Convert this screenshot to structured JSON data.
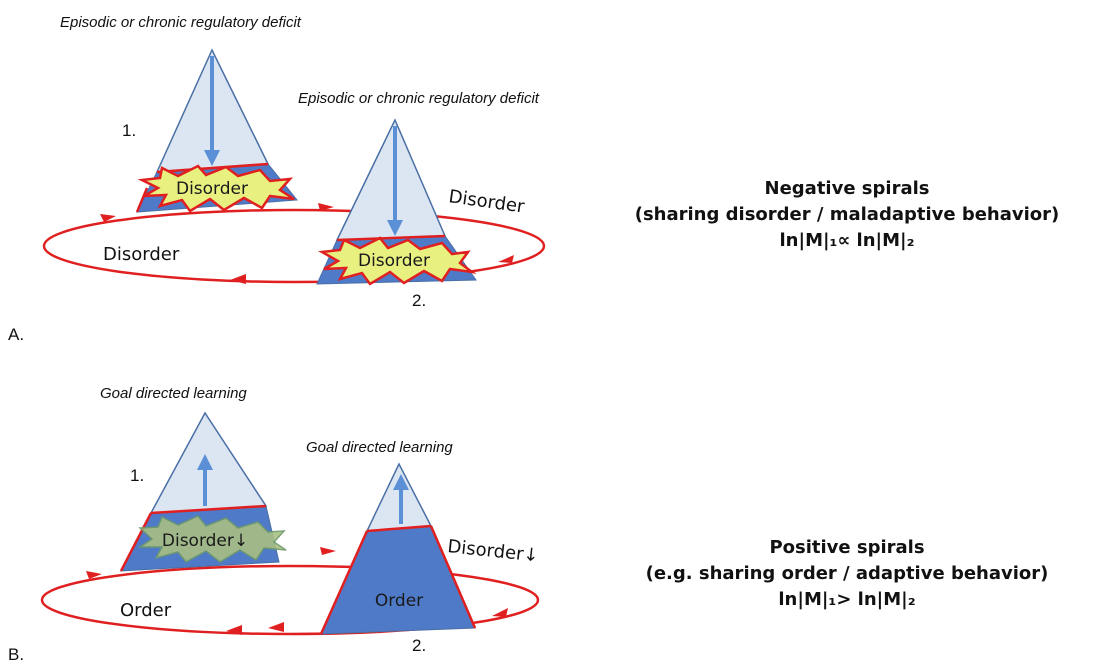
{
  "panel_a": {
    "label": "A.",
    "peak1": {
      "number": "1.",
      "caption": "Episodic or chronic regulatory deficit",
      "inner_label": "Disorder"
    },
    "peak2": {
      "number": "2.",
      "caption": "Episodic or chronic regulatory deficit",
      "inner_label": "Disorder"
    },
    "loop_left_label": "Disorder",
    "loop_right_label": "Disorder",
    "title": "Negative spirals",
    "subtitle": "(sharing disorder / maladaptive behavior)",
    "formula": "ln|M|₁∝ ln|M|₂"
  },
  "panel_b": {
    "label": "B.",
    "peak1": {
      "number": "1.",
      "caption": "Goal directed learning",
      "inner_label": "Disorder↓"
    },
    "peak2": {
      "number": "2.",
      "caption": "Goal directed learning",
      "inner_label": "Order"
    },
    "loop_left_label": "Order",
    "loop_right_label": "Disorder↓",
    "title": "Positive spirals",
    "subtitle": "(e.g. sharing order / adaptive behavior)",
    "formula": "ln|M|₁> ln|M|₂"
  },
  "colors": {
    "cone_fill": "#dce6f2",
    "cone_edge": "#4a6fa5",
    "base_fill": "#4f7ac7",
    "arrow": "#5b8fd6",
    "loop": "#e02020",
    "burst": "#e8f080"
  }
}
